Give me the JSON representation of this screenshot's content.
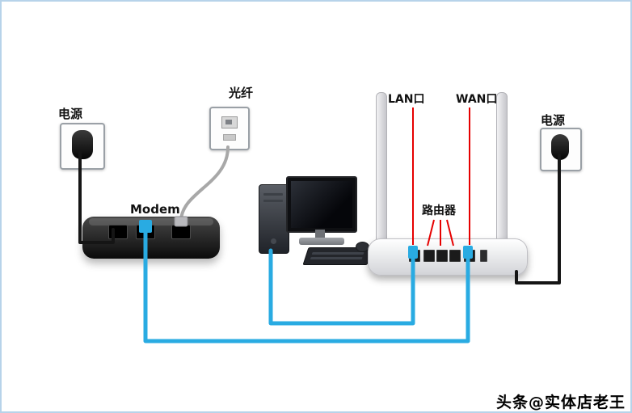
{
  "labels": {
    "power_left": "电源",
    "fiber": "光纤",
    "modem": "Modem",
    "lan": "LAN口",
    "wan": "WAN口",
    "router": "路由器",
    "power_right": "电源"
  },
  "watermark": {
    "text": "头条@实体店老王"
  },
  "colors": {
    "cable_cyan": "#29abe2",
    "cable_black": "#151515",
    "cable_gray": "#a8a8a8",
    "annotation_red": "#e60000",
    "frame_border": "#b7d3ea"
  },
  "connections": [
    {
      "from": "left-power-outlet",
      "to": "modem-power-port",
      "cable": "black"
    },
    {
      "from": "fiber-wall-jack",
      "to": "modem-line-port",
      "cable": "gray"
    },
    {
      "from": "modem-lan-port",
      "to": "router-wan-port",
      "cable": "cyan"
    },
    {
      "from": "computer-tower",
      "to": "router-lan-port",
      "cable": "cyan"
    },
    {
      "from": "right-power-outlet",
      "to": "router-power-port",
      "cable": "black"
    }
  ]
}
